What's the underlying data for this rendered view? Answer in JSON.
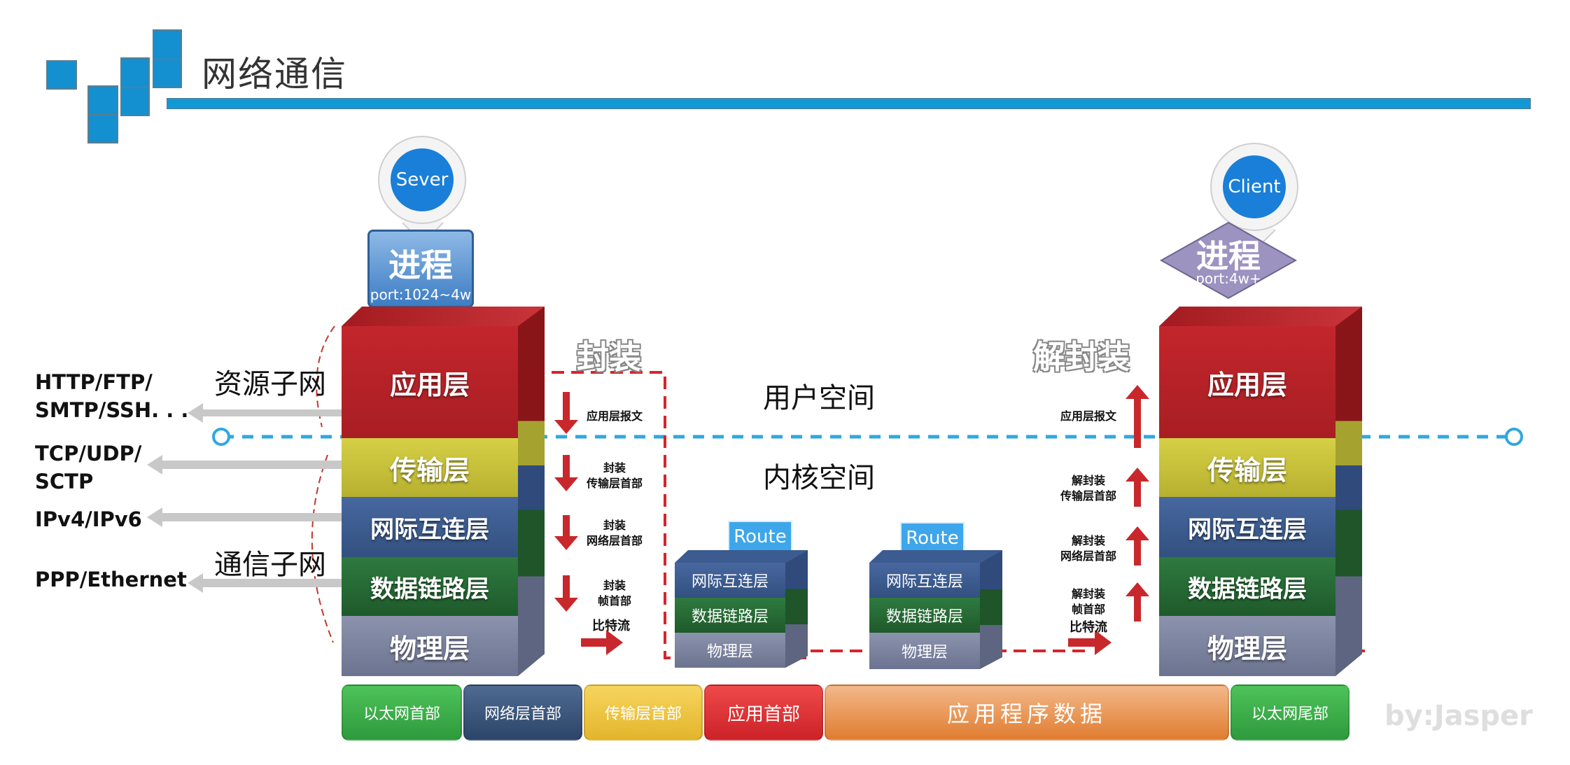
{
  "title": "网络通信",
  "server": {
    "pin": "Sever",
    "process": "进程",
    "port": "port:1024~4w"
  },
  "client": {
    "pin": "Client",
    "process": "进程",
    "port": "port:4w+"
  },
  "stack_layers": [
    "应用层",
    "传输层",
    "网际互连层",
    "数据链路层",
    "物理层"
  ],
  "protocols": [
    {
      "line1": "HTTP/FTP/",
      "line2": "SMTP/SSH. . ."
    },
    {
      "line1": "TCP/UDP/",
      "line2": "SCTP"
    },
    {
      "line1": "IPv4/IPv6",
      "line2": ""
    },
    {
      "line1": "PPP/Ethernet",
      "line2": ""
    }
  ],
  "subnets": {
    "resource": "资源子网",
    "communication": "通信子网"
  },
  "encapsulate": "封装",
  "decapsulate": "解封装",
  "user_space": "用户空间",
  "kernel_space": "内核空间",
  "encap_steps": [
    {
      "line1": "应用层报文",
      "line2": ""
    },
    {
      "line1": "封装",
      "line2": "传输层首部"
    },
    {
      "line1": "封装",
      "line2": "网络层首部"
    },
    {
      "line1": "封装",
      "line2": "帧首部"
    },
    {
      "line1": "比特流",
      "line2": ""
    }
  ],
  "decap_steps": [
    {
      "line1": "应用层报文",
      "line2": ""
    },
    {
      "line1": "解封装",
      "line2": "传输层首部"
    },
    {
      "line1": "解封装",
      "line2": "网络层首部"
    },
    {
      "line1": "解封装",
      "line2": "帧首部"
    },
    {
      "line1": "比特流",
      "line2": ""
    }
  ],
  "routers": [
    {
      "tag": "Route",
      "layers": [
        "网际互连层",
        "数据链路层",
        "物理层"
      ]
    },
    {
      "tag": "Route",
      "layers": [
        "网际互连层",
        "数据链路层",
        "物理层"
      ]
    }
  ],
  "packet_segments": [
    "以太网首部",
    "网络层首部",
    "传输层首部",
    "应用首部",
    "应用程序数据",
    "以太网尾部"
  ],
  "signature": "by:Jasper",
  "colors": {
    "accent": "#1198d6",
    "app_layer": "#b3262b",
    "transport_layer": "#c9c33a",
    "network_layer": "#3b5d95",
    "datalink_layer": "#2a6d38",
    "physical_layer": "#7c84a0",
    "arrow_red": "#c8282c"
  }
}
